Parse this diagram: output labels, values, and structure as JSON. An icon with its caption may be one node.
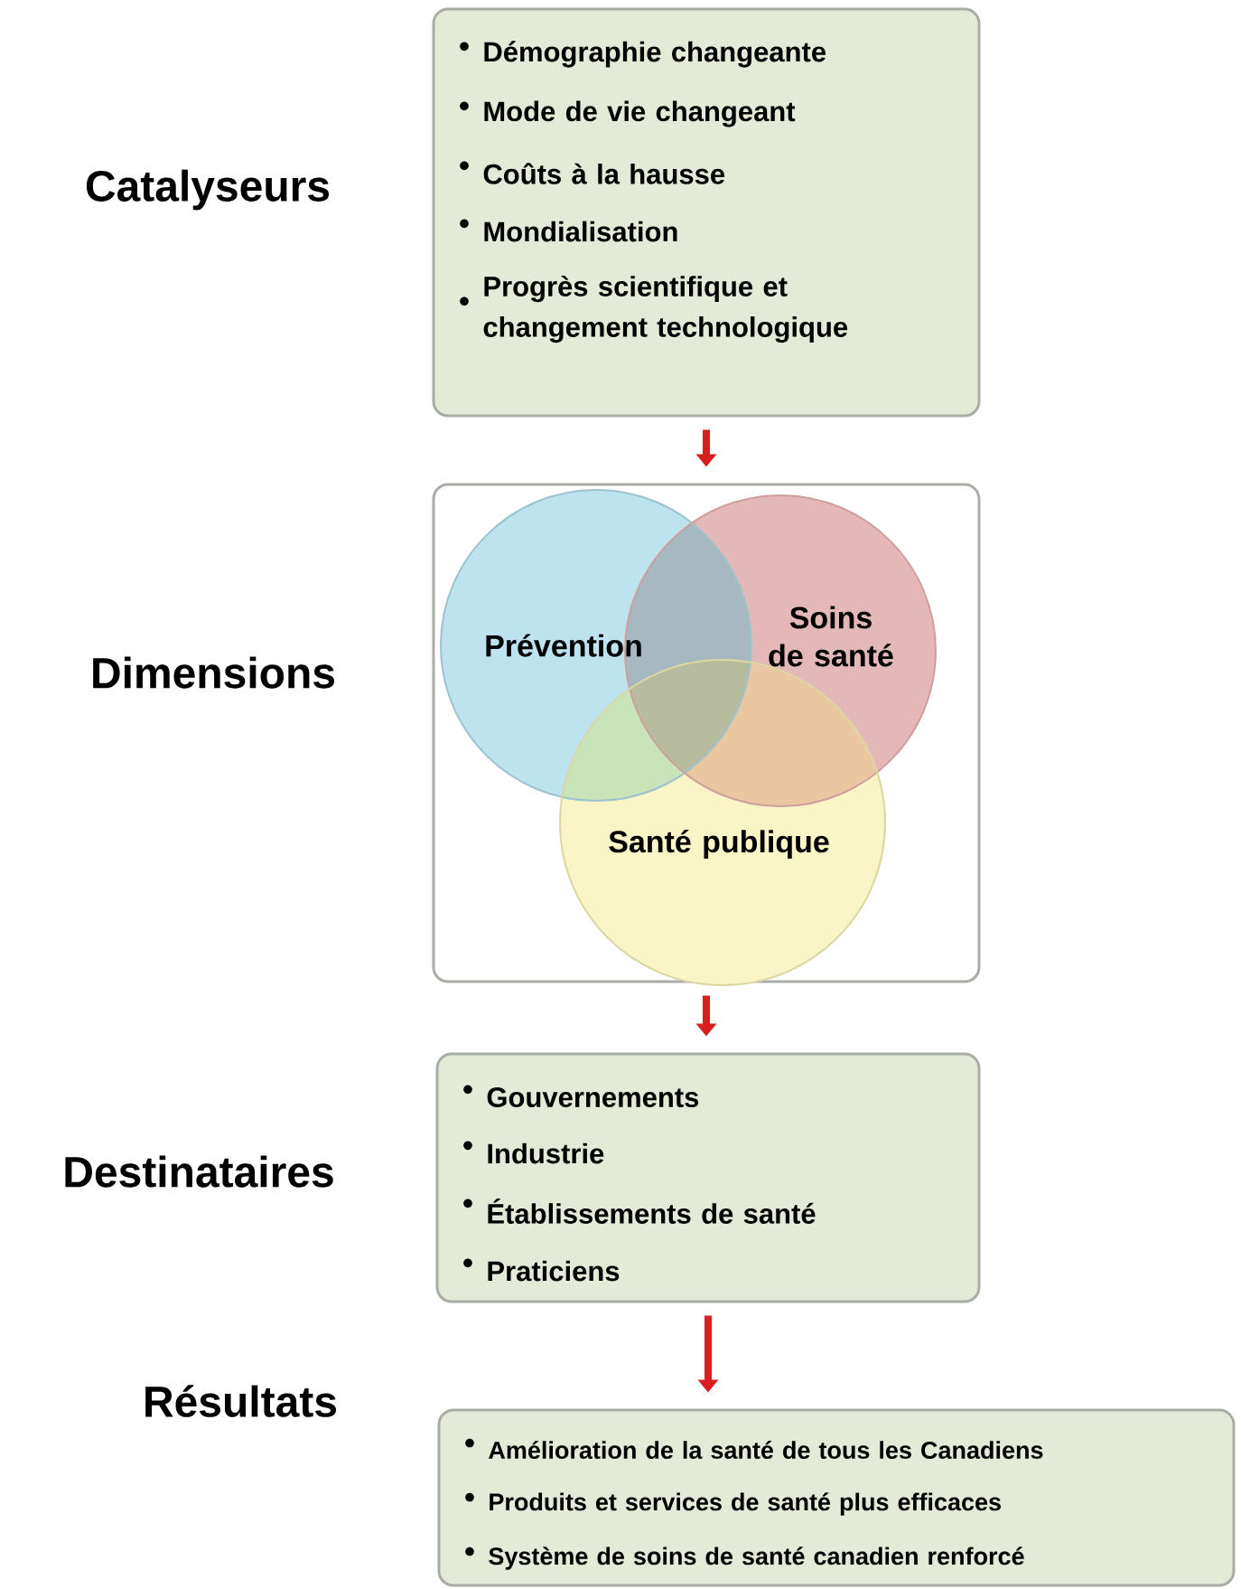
{
  "diagram": {
    "nodes": [
      {
        "text": [
          "Démographie changeante",
          "Mode de vie changeant",
          "Coûts à la hausse",
          "Mondialisation",
          "Progrès scientifique et changement technologique"
        ],
        "beside": [
          "Catalyseurs"
        ]
      },
      {
        "text": [],
        "shape": "box",
        "beside": [
          "Dimensions"
        ]
      },
      {
        "text": [
          "Prévention"
        ],
        "in": 1
      },
      {
        "text": [
          "Soins de santé"
        ],
        "in": 1
      },
      {
        "text": [
          "Santé publique"
        ],
        "in": 1
      },
      {
        "text": [
          "Gouvernements",
          "Industrie",
          "Établissements de santé",
          "Praticiens"
        ],
        "beside": [
          "Destinataires"
        ]
      },
      {
        "text": [
          "Amélioration de la santé de tous les Canadiens",
          "Produits et services de santé plus efficaces",
          "Système de soins de santé canadien renforcé"
        ],
        "beside": [
          "Résultats"
        ]
      }
    ],
    "edges": [
      {
        "from": 0,
        "to": 1,
        "arrow": "to"
      },
      {
        "from": 1,
        "to": 5,
        "arrow": "to"
      },
      {
        "from": 5,
        "to": 6,
        "arrow": "to"
      }
    ]
  }
}
